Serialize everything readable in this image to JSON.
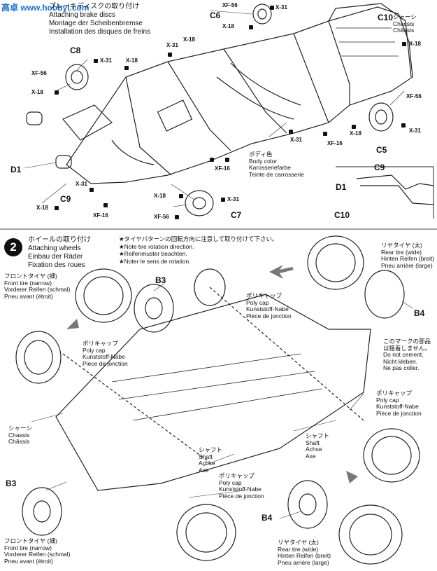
{
  "watermark": "高卓 www.hobbyi.com",
  "step1": {
    "title_ja": "ブレーキディスクの取り付け",
    "title_en": "Attaching brake discs",
    "title_de": "Montage der Scheibenbremse",
    "title_fr": "Installation des disques de freins",
    "parts": {
      "c6": "C6",
      "c8": "C8",
      "c10": "C10",
      "c5": "C5",
      "c7": "C7",
      "c9": "C9",
      "d1": "D1",
      "x31": "X-31",
      "x18": "X-18",
      "xf56": "XF-56",
      "xf16": "XF-16"
    },
    "chassis_label": "シャーシ\nChassis\nChâssis",
    "body_color_label": "ボディ色\nBody color\nKarosseriefarbe\nTeinte de carrosserie"
  },
  "step2": {
    "number": "2",
    "title_ja": "ホイールの取り付け",
    "title_en": "Attaching wheels",
    "title_de": "Einbau der Räder",
    "title_fr": "Fixation des roues",
    "notes": "★タイヤパターンの回転方向に注意して取り付けて下さい。\n★Note tire rotation direction.\n★Reifenmuster beachten.\n★Noter le sens de rotation.",
    "front_tire": "フロントタイヤ (細)\nFront tire (narrow)\nVorderer Reifen (schmal)\nPneu avant (étroit)",
    "rear_tire": "リヤタイヤ (太)\nRear tire (wide)\nHinten Reifen (breit)\nPneu arrière (large)",
    "poly_cap": "ポリキャップ\nPoly cap\nKunststoff-Nabe\nPièce de jonction",
    "shaft": "シャフト\nShaft\nAchse\nAxe",
    "chassis": "シャーシ\nChassis\nChâssis",
    "no_glue": "このマークの部品\nは接着しません。\nDo not cement.\nNicht kleben.\nNe pas coller.",
    "b3": "B3",
    "b4": "B4"
  }
}
